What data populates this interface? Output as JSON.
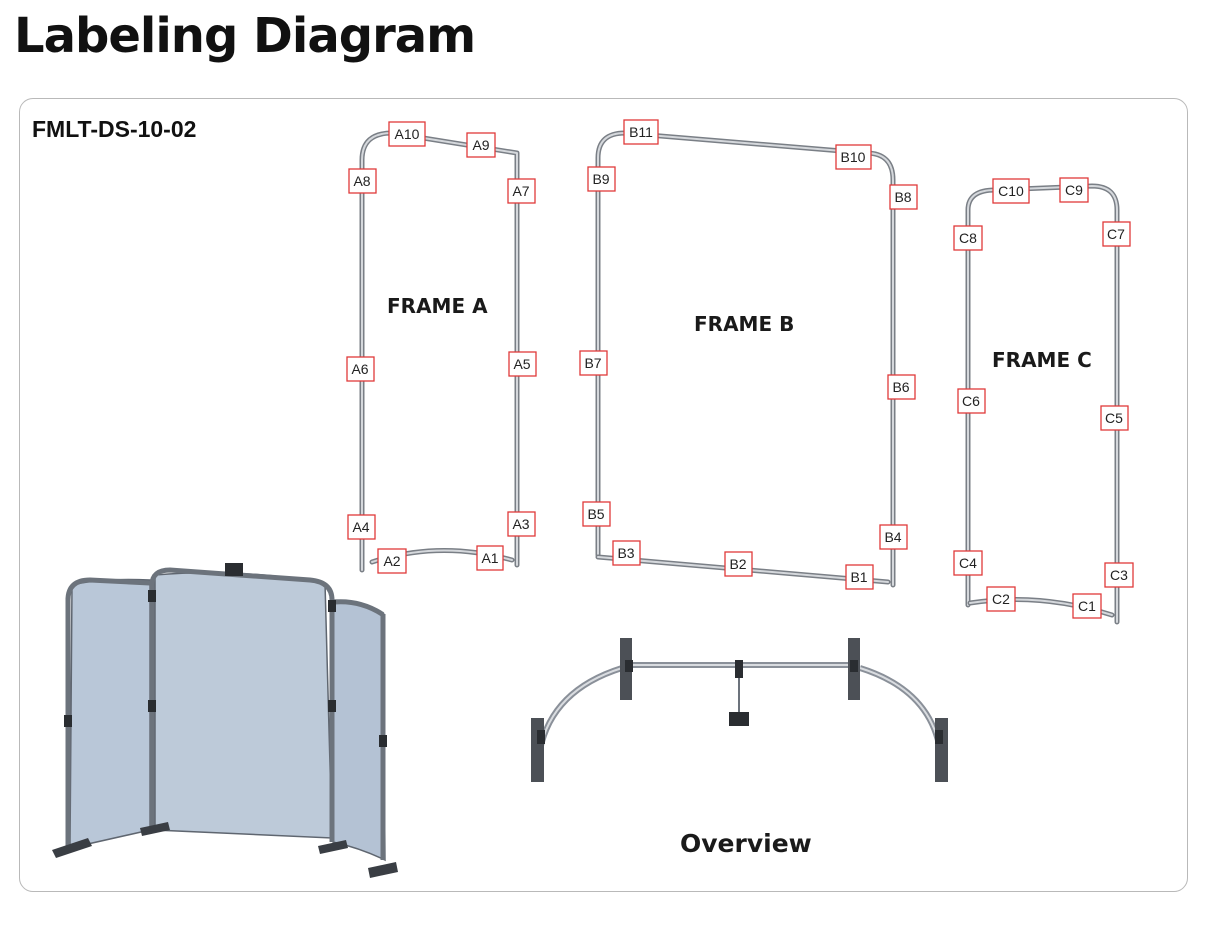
{
  "page": {
    "title": "Labeling Diagram",
    "model": "FMLT-DS-10-02"
  },
  "frames": {
    "a": {
      "label": "FRAME A",
      "parts": [
        "A1",
        "A2",
        "A3",
        "A4",
        "A5",
        "A6",
        "A7",
        "A8",
        "A9",
        "A10"
      ]
    },
    "b": {
      "label": "FRAME B",
      "parts": [
        "B1",
        "B2",
        "B3",
        "B4",
        "B5",
        "B6",
        "B7",
        "B8",
        "B9",
        "B10",
        "B11"
      ]
    },
    "c": {
      "label": "FRAME C",
      "parts": [
        "C1",
        "C2",
        "C3",
        "C4",
        "C5",
        "C6",
        "C7",
        "C8",
        "C9",
        "C10"
      ]
    }
  },
  "overview": {
    "label": "Overview"
  },
  "colors": {
    "tag_border": "#e03a3a",
    "panel_border": "#b9b9b9",
    "fabric": "#b9c7d8",
    "tube": "#7a7f86"
  }
}
